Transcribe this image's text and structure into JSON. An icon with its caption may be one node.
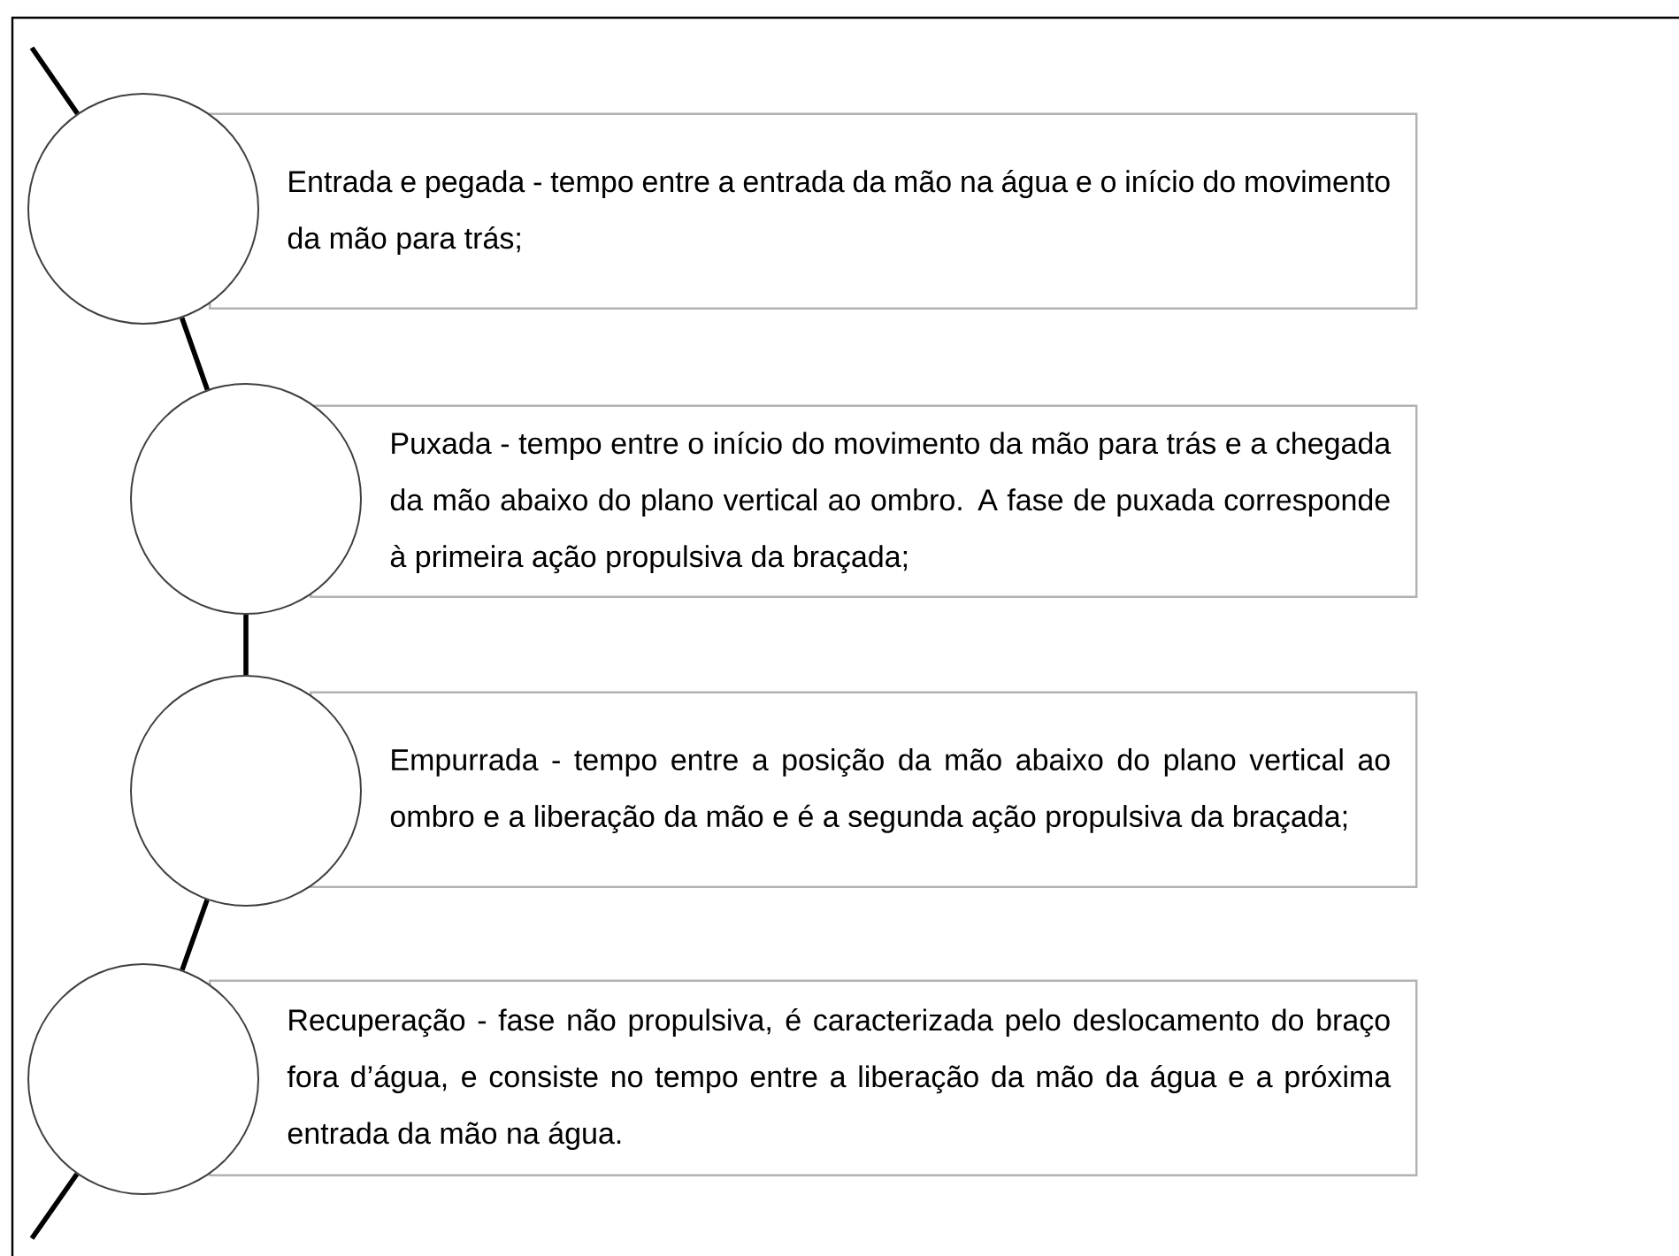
{
  "diagram": {
    "nodes": [
      {
        "text": [],
        "shape": "circle"
      },
      {
        "text": [
          "Entrada e pegada - tempo entre a entrada da mão na água e o início do movimento da mão para trás;"
        ]
      },
      {
        "text": [],
        "shape": "circle"
      },
      {
        "text": [
          "Puxada - tempo entre o início do movimento da mão para trás e a chegada da mão abaixo do plano vertical ao ombro. A fase de puxada corresponde à primeira ação propulsiva da braçada;"
        ]
      },
      {
        "text": [],
        "shape": "circle"
      },
      {
        "text": [
          "Empurrada - tempo entre a posição da mão abaixo do plano vertical ao ombro e a liberação da mão e é a segunda ação propulsiva da braçada;"
        ]
      },
      {
        "text": [],
        "shape": "circle"
      },
      {
        "text": [
          "Recuperação - fase não propulsiva, é caracterizada pelo deslocamento do braço fora d’água, e consiste no tempo entre a liberação da mão da água e a próxima entrada da mão na água."
        ]
      }
    ],
    "edges": [
      {
        "from": null,
        "to": 0,
        "arrow": "none"
      },
      {
        "from": 0,
        "to": 2,
        "arrow": "none"
      },
      {
        "from": 2,
        "to": 4,
        "arrow": "none"
      },
      {
        "from": 4,
        "to": 6,
        "arrow": "none"
      },
      {
        "from": 6,
        "to": null,
        "arrow": "none"
      }
    ]
  }
}
